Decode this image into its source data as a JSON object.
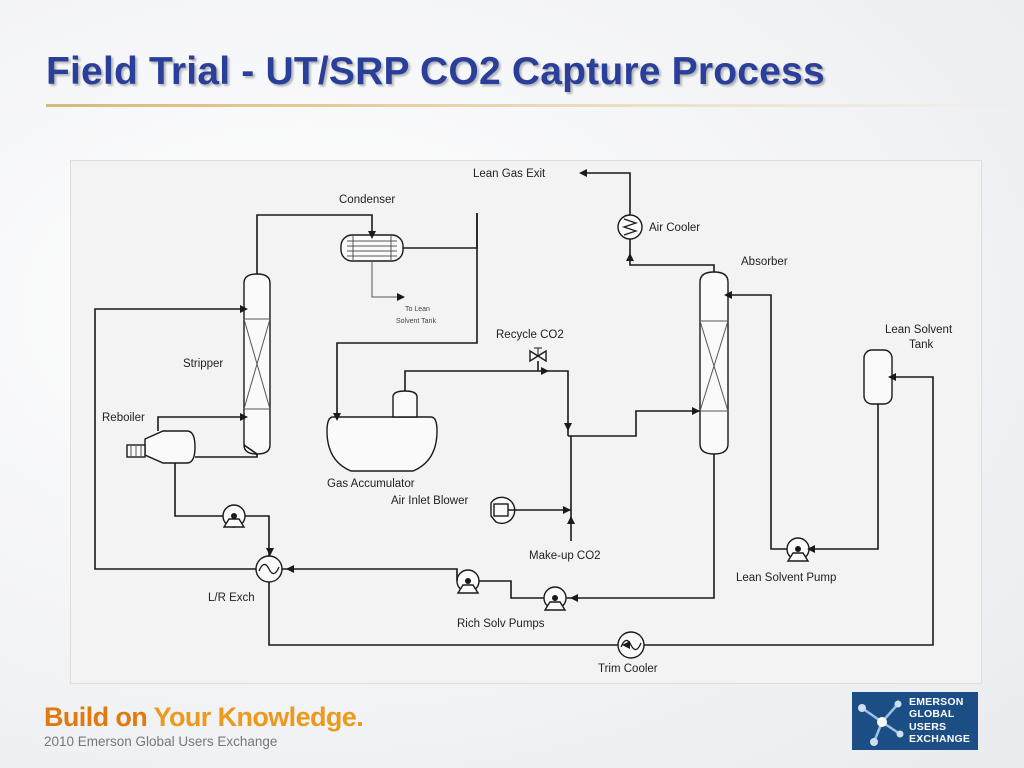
{
  "slide": {
    "title": "Field Trial - UT/SRP CO2 Capture Process"
  },
  "diagram": {
    "labels": {
      "lean_gas_exit": "Lean Gas Exit",
      "air_cooler": "Air Cooler",
      "condenser": "Condenser",
      "to_lean_solvent_tank_line1": "To Lean",
      "to_lean_solvent_tank_line2": "Solvent Tank",
      "absorber": "Absorber",
      "lean_solvent_tank_line1": "Lean Solvent",
      "lean_solvent_tank_line2": "Tank",
      "recycle_co2": "Recycle CO2",
      "stripper": "Stripper",
      "reboiler": "Reboiler",
      "gas_accumulator": "Gas Accumulator",
      "air_inlet_blower": "Air Inlet Blower",
      "makeup_co2": "Make-up CO2",
      "lean_solvent_pump": "Lean Solvent Pump",
      "lr_exch": "L/R Exch",
      "rich_solv_pumps": "Rich Solv Pumps",
      "trim_cooler": "Trim Cooler"
    }
  },
  "footer": {
    "tagline_part1": "Build on ",
    "tagline_part2": "Your Knowledge.",
    "subtitle": "2010 Emerson Global Users Exchange",
    "logo_lines": [
      "EMERSON",
      "GLOBAL",
      "USERS",
      "EXCHANGE"
    ]
  },
  "colors": {
    "title": "#2a3f9a",
    "tagline_orange": "#e07a10",
    "logo_bg": "#1c4e86"
  }
}
